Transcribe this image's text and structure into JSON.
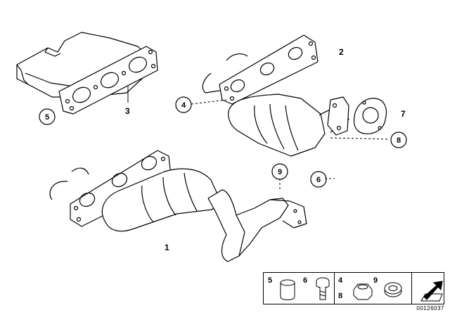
{
  "callouts": {
    "c1": "1",
    "c2": "2",
    "c3": "3",
    "c4": "4",
    "c5": "5",
    "c6": "6",
    "c7": "7",
    "c8": "8",
    "c9": "9"
  },
  "legend": {
    "n5": "5",
    "n6": "6",
    "n4": "4",
    "n8": "8",
    "n9": "9"
  },
  "doc_id": "00126037"
}
